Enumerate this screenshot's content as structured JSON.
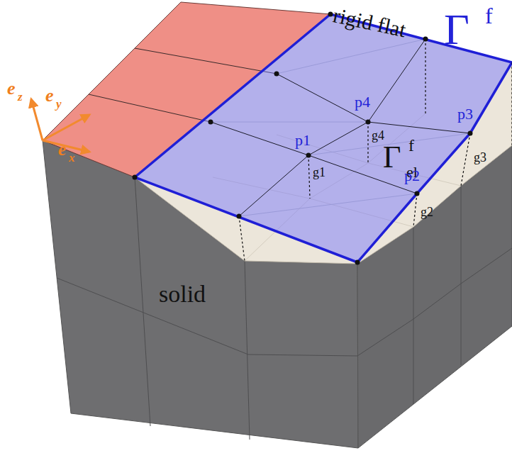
{
  "diagram": {
    "labels": [
      "rigid flat",
      "Γ",
      "f",
      "p4",
      "g4",
      "p1",
      "g1",
      "Γ",
      "f",
      "el",
      "p3",
      "g3",
      "p2",
      "g2",
      "solid",
      "e",
      "z",
      "e",
      "y",
      "e",
      "x"
    ]
  }
}
